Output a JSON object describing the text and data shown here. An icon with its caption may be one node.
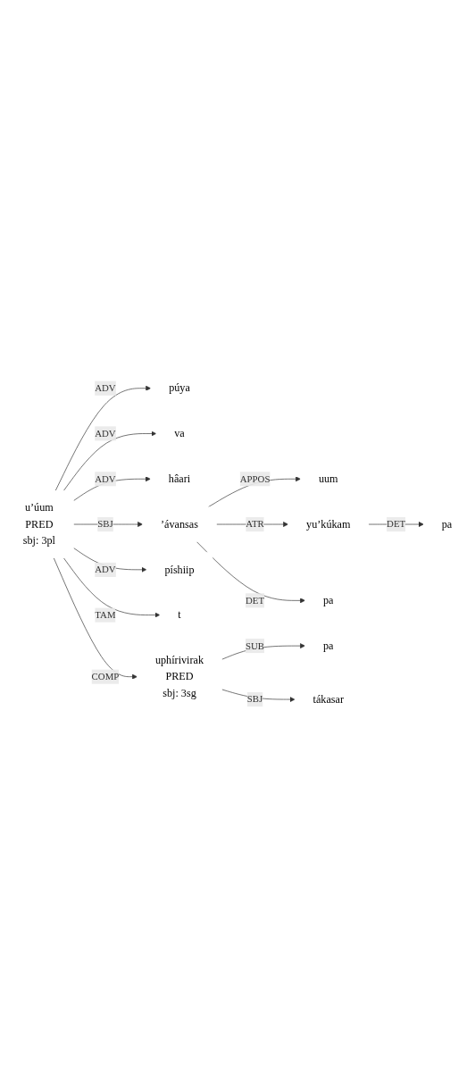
{
  "diagram": {
    "nodes": [
      {
        "text": [
          "púya"
        ]
      },
      {
        "text": [
          "va"
        ]
      },
      {
        "text": [
          "hâari"
        ]
      },
      {
        "text": [
          "uum"
        ]
      },
      {
        "text": [
          "pa"
        ]
      },
      {
        "text": [
          "yu’kúkam"
        ]
      },
      {
        "text": [
          "pa"
        ]
      },
      {
        "text": [
          "’ávansas"
        ]
      },
      {
        "text": [
          "píshiip"
        ]
      },
      {
        "text": [
          "t"
        ]
      },
      {
        "text": [
          "u’úum",
          "PRED",
          "sbj: 3pl"
        ]
      },
      {
        "text": [
          "pa"
        ]
      },
      {
        "text": [
          "tákasar"
        ]
      },
      {
        "text": [
          "uphírivirak",
          "PRED",
          "sbj: 3sg"
        ]
      }
    ],
    "edges": [
      {
        "from": 10,
        "to": 0,
        "arrow": "to",
        "label": "ADV"
      },
      {
        "from": 10,
        "to": 1,
        "arrow": "to",
        "label": "ADV"
      },
      {
        "from": 10,
        "to": 2,
        "arrow": "to",
        "label": "ADV"
      },
      {
        "from": 7,
        "to": 3,
        "arrow": "to",
        "label": "APPOS"
      },
      {
        "from": 5,
        "to": 4,
        "arrow": "to",
        "label": "DET"
      },
      {
        "from": 7,
        "to": 5,
        "arrow": "to",
        "label": "ATR"
      },
      {
        "from": 7,
        "to": 6,
        "arrow": "to",
        "label": "DET"
      },
      {
        "from": 10,
        "to": 7,
        "arrow": "to",
        "label": "SBJ"
      },
      {
        "from": 10,
        "to": 8,
        "arrow": "to",
        "label": "ADV"
      },
      {
        "from": 10,
        "to": 9,
        "arrow": "to",
        "label": "TAM"
      },
      {
        "from": 10,
        "to": 13,
        "arrow": "to",
        "label": "COMP"
      },
      {
        "from": 13,
        "to": 11,
        "arrow": "to",
        "label": "SUB"
      },
      {
        "from": 13,
        "to": 12,
        "arrow": "to",
        "label": "SBJ"
      }
    ]
  }
}
